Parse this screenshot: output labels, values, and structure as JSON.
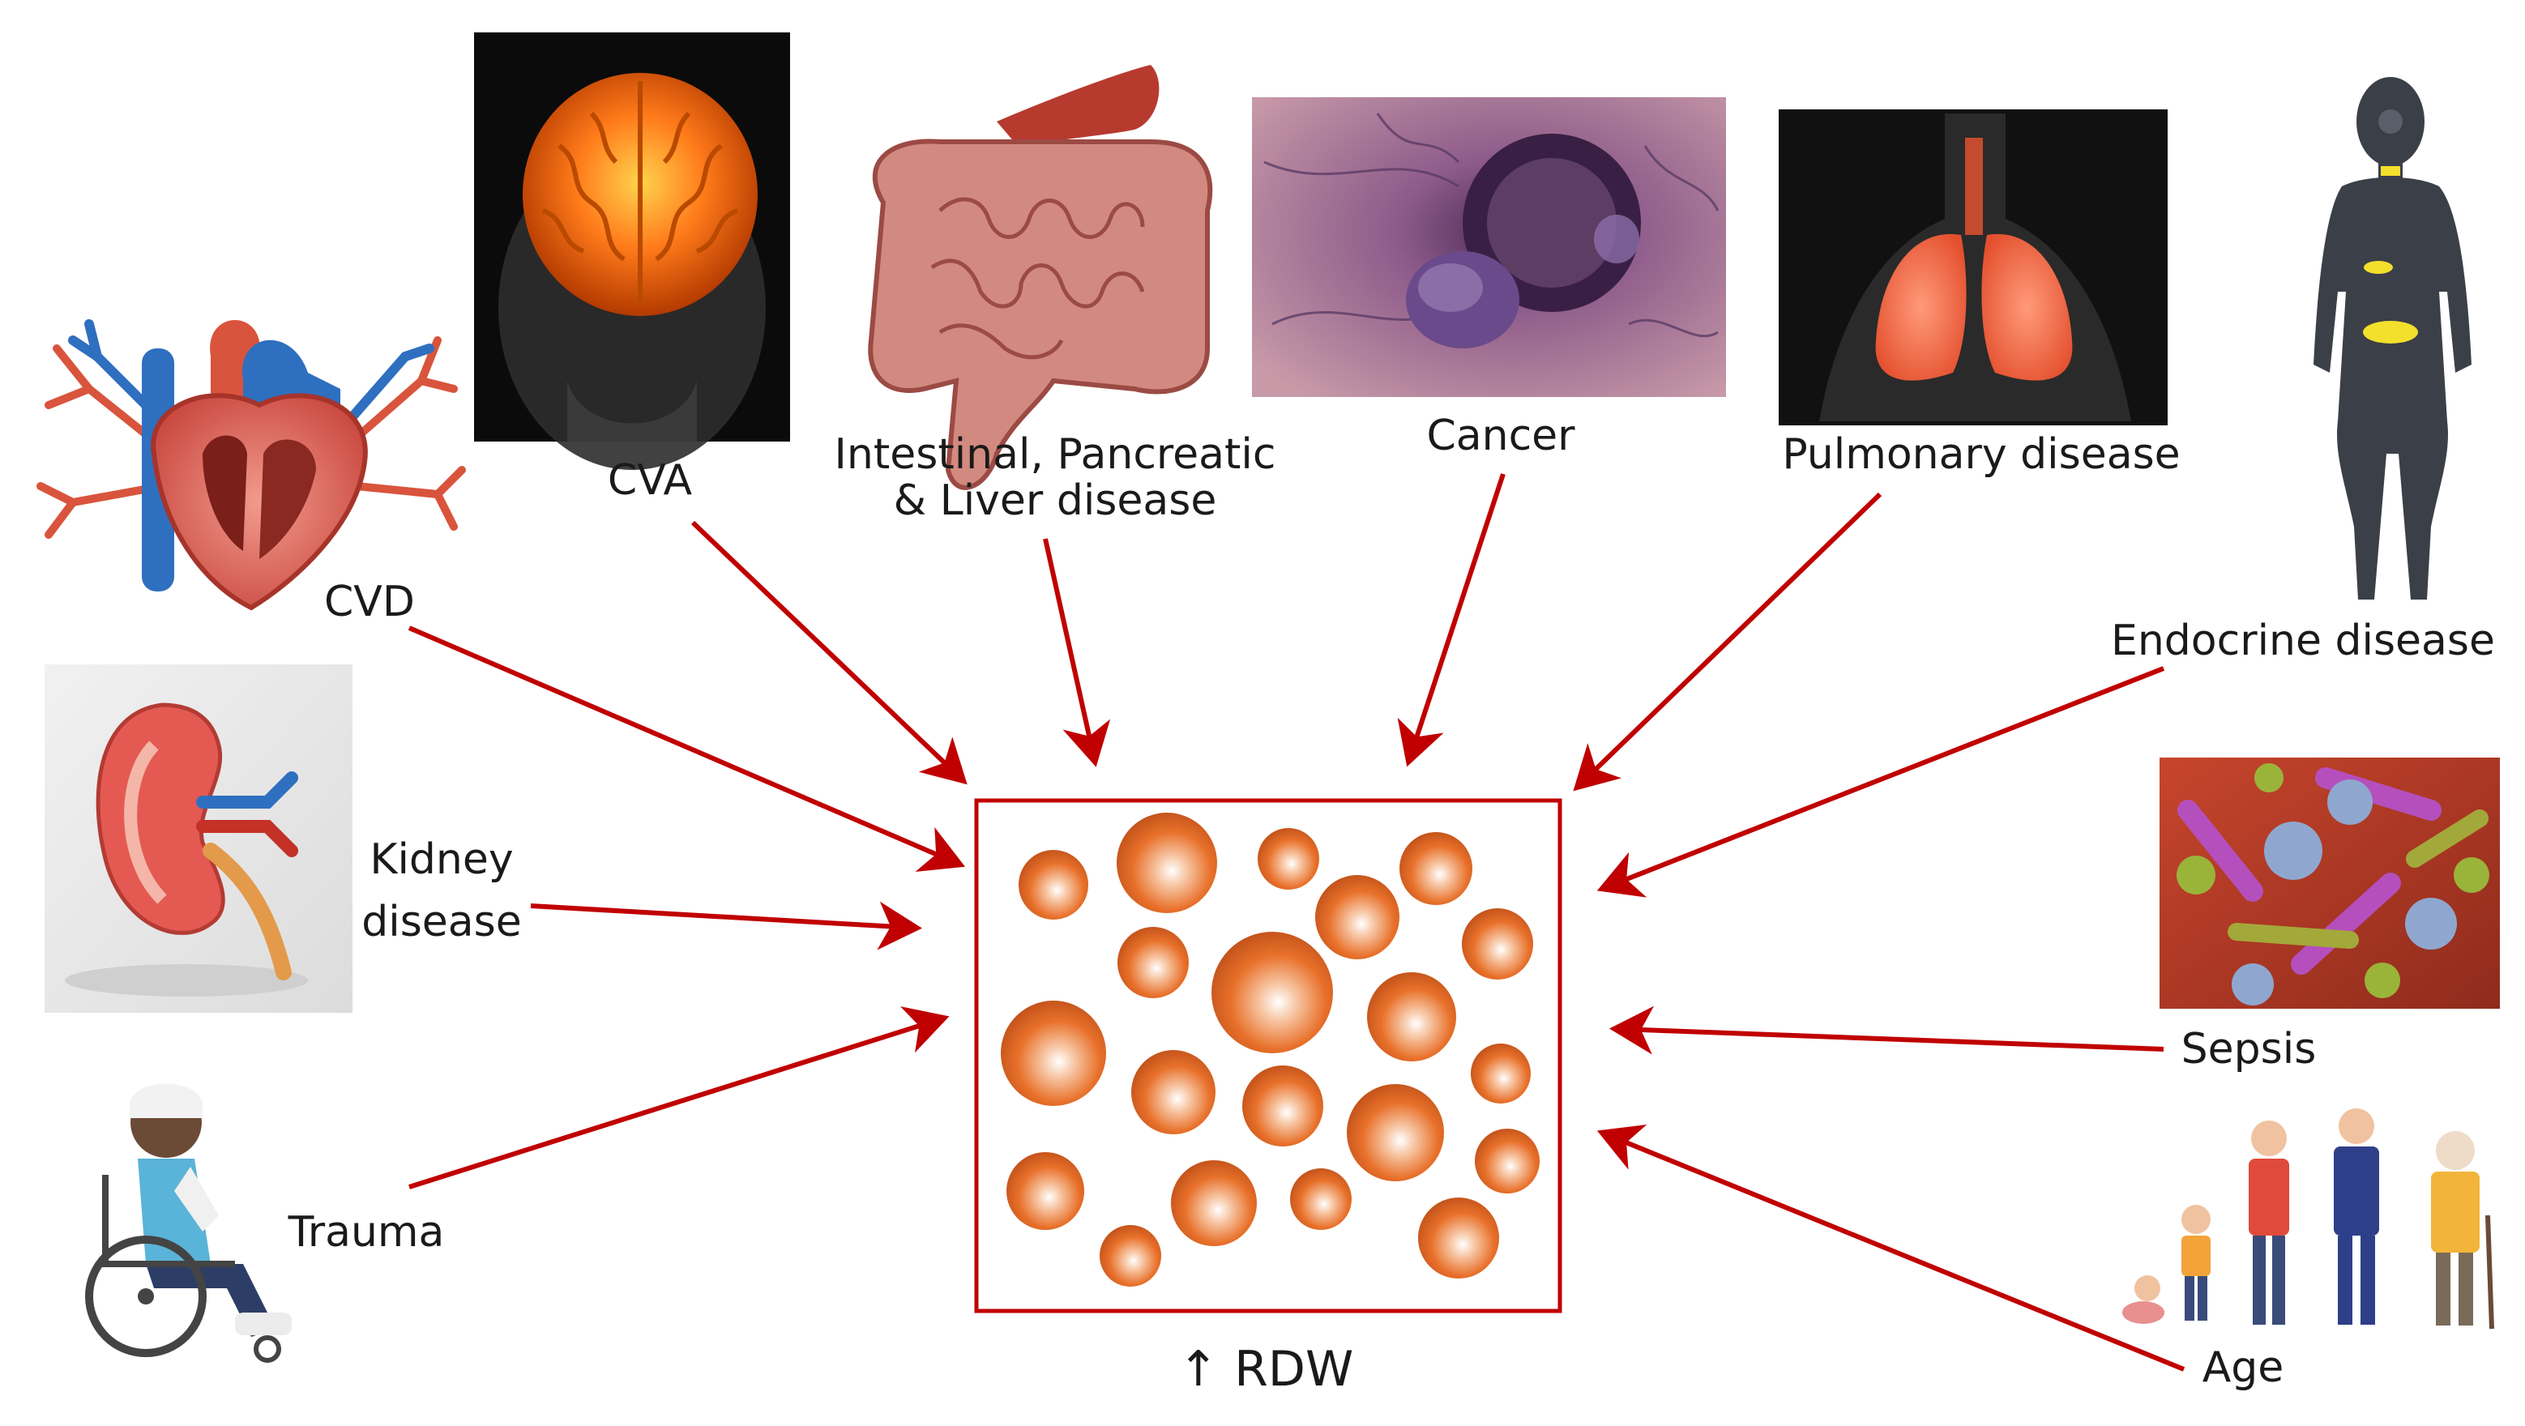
{
  "figure": {
    "center_label": "↑ RDW",
    "causes": [
      {
        "id": "cvd",
        "label": "CVD",
        "icon": "heart-illustration"
      },
      {
        "id": "cva",
        "label": "CVA",
        "icon": "brain-illustration"
      },
      {
        "id": "gi",
        "label_lines": [
          "Intestinal, Pancreatic",
          "& Liver disease"
        ],
        "icon": "intestine-illustration"
      },
      {
        "id": "cancer",
        "label": "Cancer",
        "icon": "tumor-illustration"
      },
      {
        "id": "pulmonary",
        "label": "Pulmonary disease",
        "icon": "lungs-illustration"
      },
      {
        "id": "endocrine",
        "label": "Endocrine disease",
        "icon": "body-glands-illustration"
      },
      {
        "id": "kidney",
        "label_lines": [
          "Kidney",
          "disease"
        ],
        "icon": "kidney-illustration"
      },
      {
        "id": "sepsis",
        "label": "Sepsis",
        "icon": "bacteria-illustration"
      },
      {
        "id": "trauma",
        "label": "Trauma",
        "icon": "wheelchair-patient-illustration"
      },
      {
        "id": "age",
        "label": "Age",
        "icon": "age-progression-illustration"
      }
    ],
    "colors": {
      "arrow": "#c00000",
      "box_border": "#c00000",
      "cell": "#e8702a"
    }
  }
}
